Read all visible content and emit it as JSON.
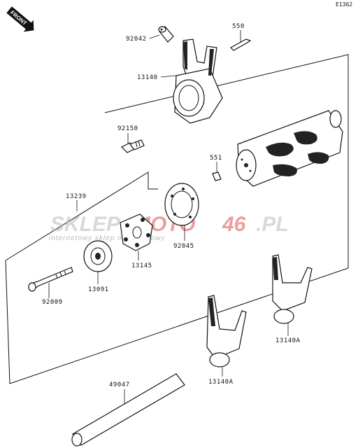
{
  "diagram_code": "E1362",
  "front_label": "FRONT",
  "watermark": {
    "brand_part1": "SKLEP",
    "brand_part2": "MOTO",
    "brand_part3": "46",
    "brand_part4": ".PL",
    "tagline": "internetowy sklep motocyklowy"
  },
  "callouts": [
    {
      "id": "92042",
      "label": "92042"
    },
    {
      "id": "550",
      "label": "550"
    },
    {
      "id": "13140",
      "label": "13140"
    },
    {
      "id": "92150",
      "label": "92150"
    },
    {
      "id": "551",
      "label": "551"
    },
    {
      "id": "13239",
      "label": "13239"
    },
    {
      "id": "92045",
      "label": "92045"
    },
    {
      "id": "13145",
      "label": "13145"
    },
    {
      "id": "13091",
      "label": "13091"
    },
    {
      "id": "92009",
      "label": "92009"
    },
    {
      "id": "13140A-right",
      "label": "13140A"
    },
    {
      "id": "13140A-left",
      "label": "13140A"
    },
    {
      "id": "49047",
      "label": "49047"
    }
  ]
}
